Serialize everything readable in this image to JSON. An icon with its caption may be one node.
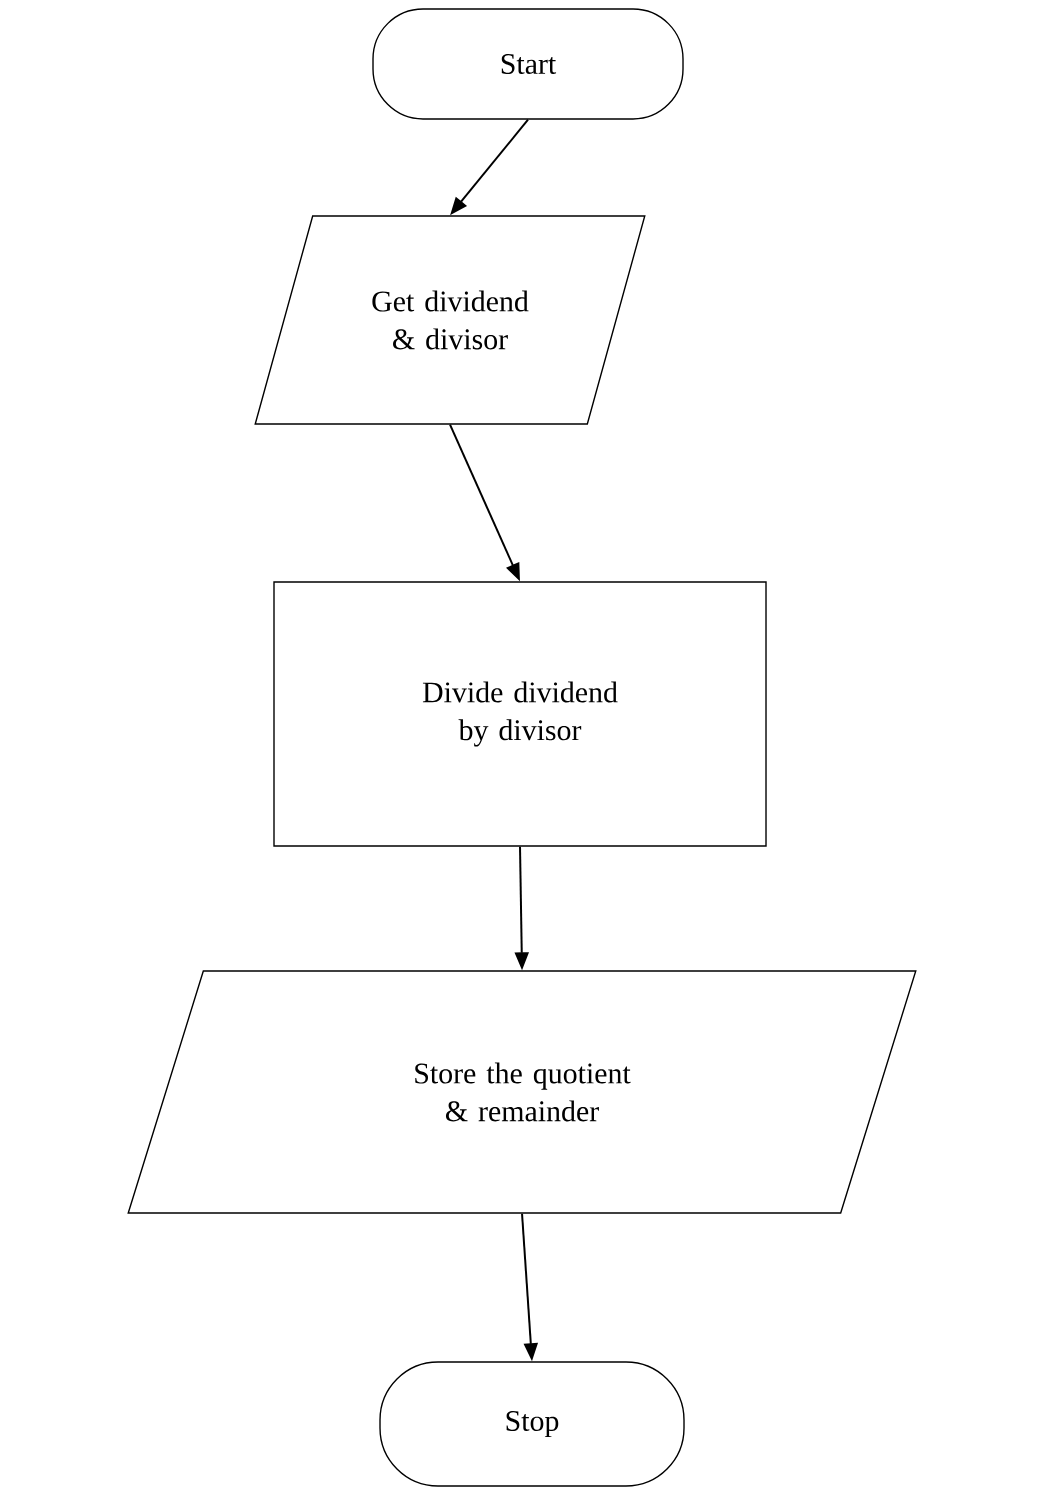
{
  "diagram": {
    "nodes": [
      {
        "text": [
          "Start"
        ]
      },
      {
        "text": [
          "Get dividend & divisor"
        ]
      },
      {
        "text": [
          "Divide dividend by divisor"
        ]
      },
      {
        "text": [
          "Store the quotient & remainder"
        ]
      },
      {
        "text": [
          "Stop"
        ]
      }
    ],
    "edges": [
      {
        "from": 0,
        "to": 1,
        "arrow": "to"
      },
      {
        "from": 1,
        "to": 2,
        "arrow": "to"
      },
      {
        "from": 2,
        "to": 3,
        "arrow": "to"
      },
      {
        "from": 3,
        "to": 4,
        "arrow": "to"
      }
    ]
  }
}
